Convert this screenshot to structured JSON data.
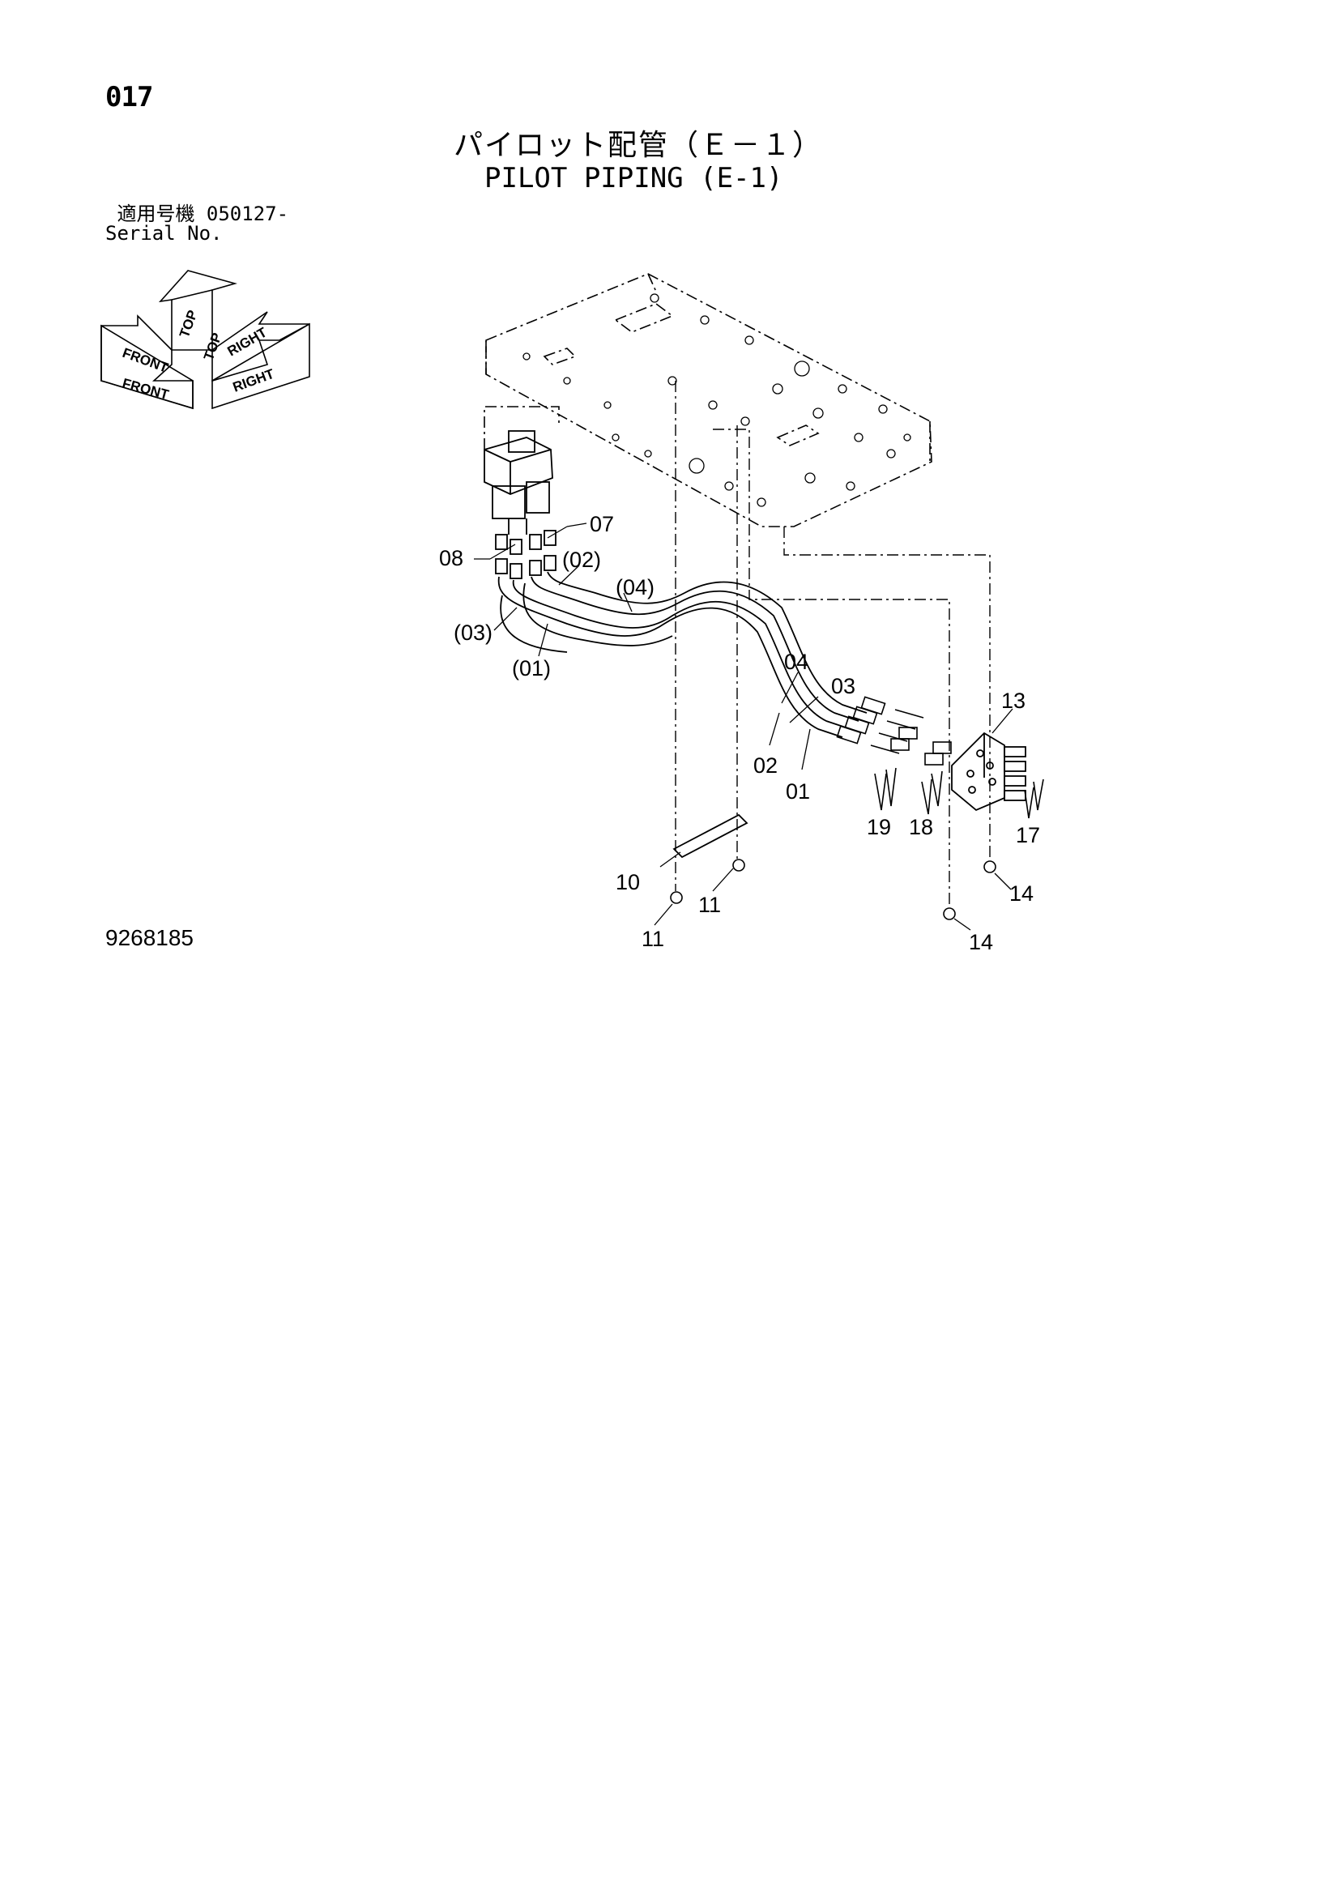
{
  "header": {
    "page_number": "017",
    "title_jp": "パイロット配管（Ｅ－１）",
    "title_en": "PILOT PIPING (E-1)"
  },
  "serial": {
    "label_jp": "適用号機",
    "value": "050127-",
    "label_en": "Serial No."
  },
  "orientation": {
    "top": "TOP",
    "front": "FRONT",
    "right": "RIGHT"
  },
  "callouts": {
    "c01_paren": "(01)",
    "c02_paren": "(02)",
    "c03_paren": "(03)",
    "c04_paren": "(04)",
    "c07": "07",
    "c08": "08",
    "c04": "04",
    "c03": "03",
    "c02": "02",
    "c01": "01",
    "c13": "13",
    "c17": "17",
    "c18": "18",
    "c19": "19",
    "c10": "10",
    "c11a": "11",
    "c11b": "11",
    "c14a": "14",
    "c14b": "14"
  },
  "footer": {
    "drawing_number": "9268185"
  }
}
